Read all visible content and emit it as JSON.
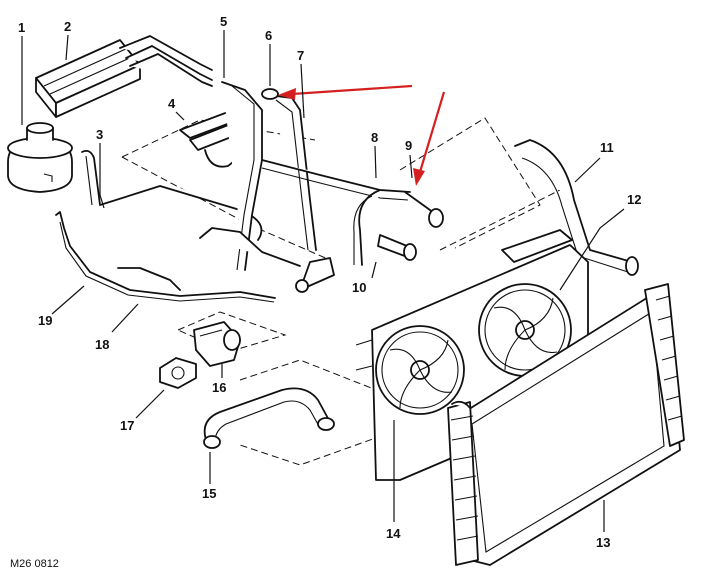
{
  "diagram": {
    "reference_code": "M26 0812",
    "accent_arrow_color": "#d42020",
    "callouts": [
      "1",
      "2",
      "3",
      "4",
      "5",
      "6",
      "7",
      "8",
      "9",
      "10",
      "11",
      "12",
      "13",
      "14",
      "15",
      "16",
      "17",
      "18",
      "19"
    ]
  }
}
